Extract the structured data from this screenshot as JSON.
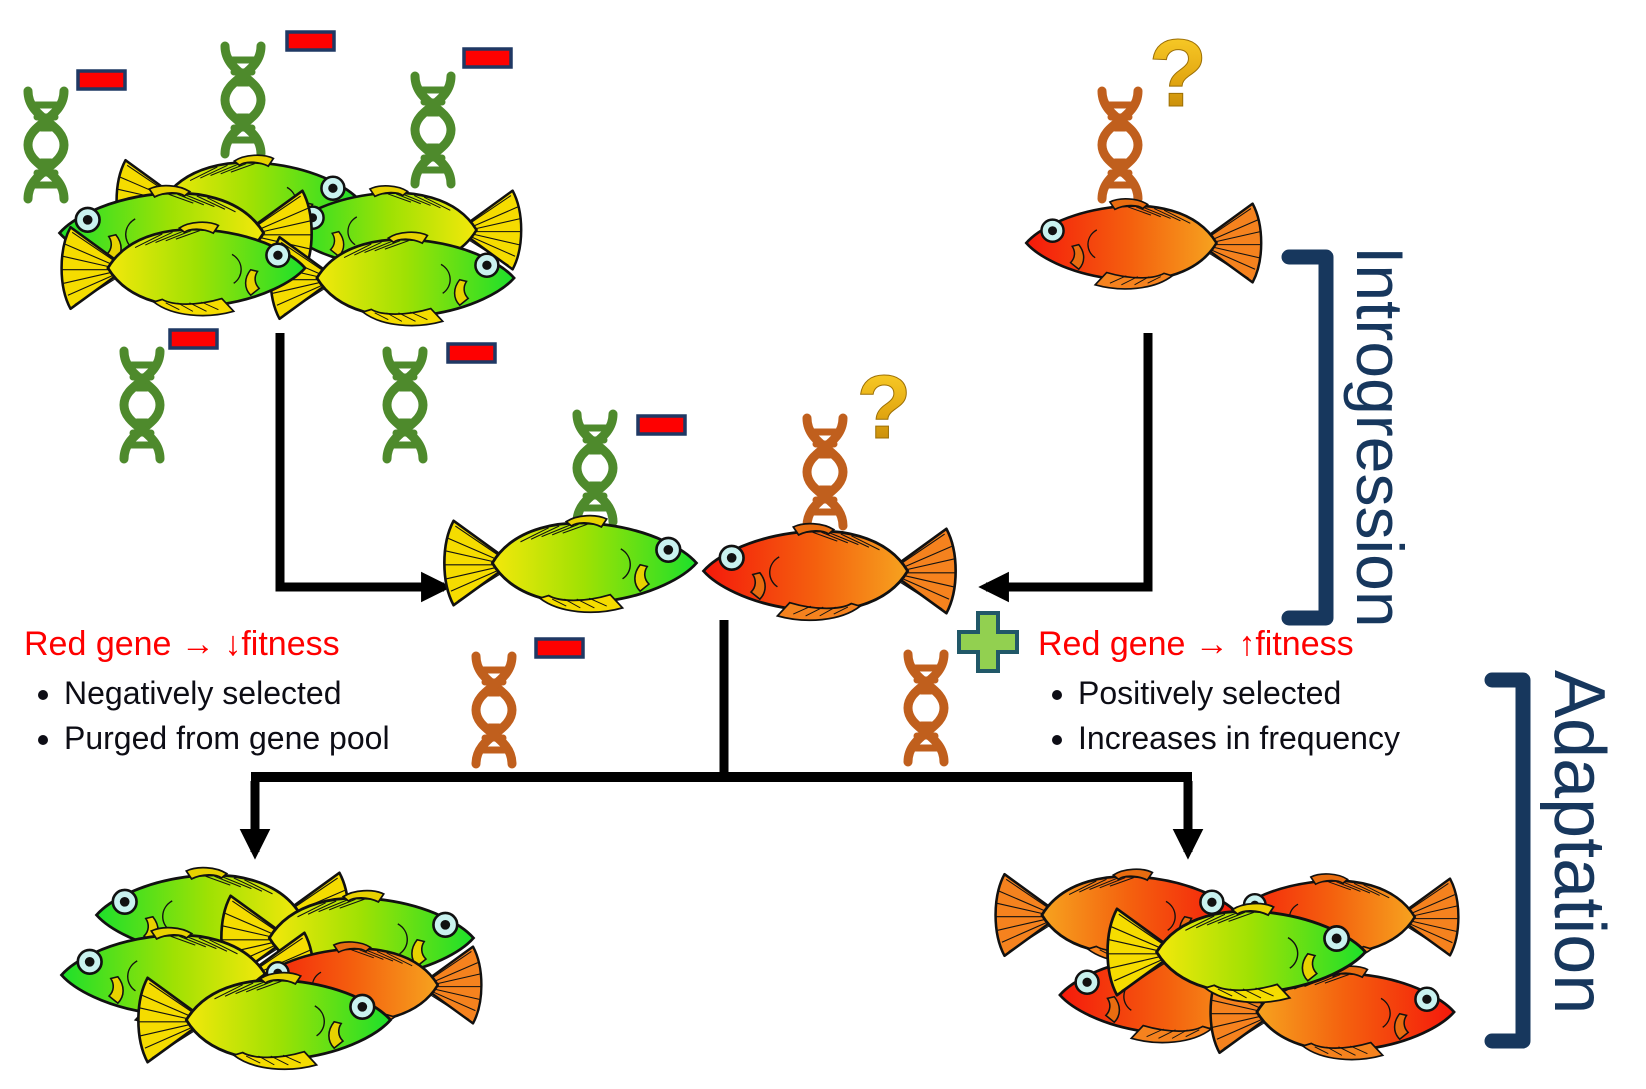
{
  "diagram": {
    "background": "#ffffff",
    "side_labels": {
      "introgression": "Introgression",
      "adaptation": "Adaptation"
    },
    "left_note": {
      "heading": "Red gene → ↓fitness",
      "bullets": [
        "Negatively selected",
        "Purged from gene pool"
      ]
    },
    "right_note": {
      "heading": "Red gene → ↑fitness",
      "bullets": [
        "Positively selected",
        "Increases in frequency"
      ]
    },
    "glyphs": {
      "question_mark": "?"
    },
    "icons": {
      "dna_green": "dna-helix-icon",
      "dna_orange": "dna-helix-icon",
      "minus_badge": "minus-badge",
      "plus_badge": "plus-badge",
      "question_mark": "question-mark-icon"
    },
    "colors": {
      "dna_green": "#4e8a2c",
      "dna_orange": "#c05f1d",
      "minus_fill": "#fe0101",
      "badge_border": "#1f3864",
      "plus_fill": "#92d050",
      "plus_border": "#215868",
      "arrow": "#000000",
      "label_navy": "#17375d",
      "heading_red": "#fe0000",
      "body_text": "#0d0d15",
      "question_gold": "#e0a912",
      "fish_green_head": "#1de02b",
      "fish_green_tail": "#f4e80b",
      "fish_red_head": "#f5190b",
      "fish_red_tail": "#f6a31f"
    }
  }
}
